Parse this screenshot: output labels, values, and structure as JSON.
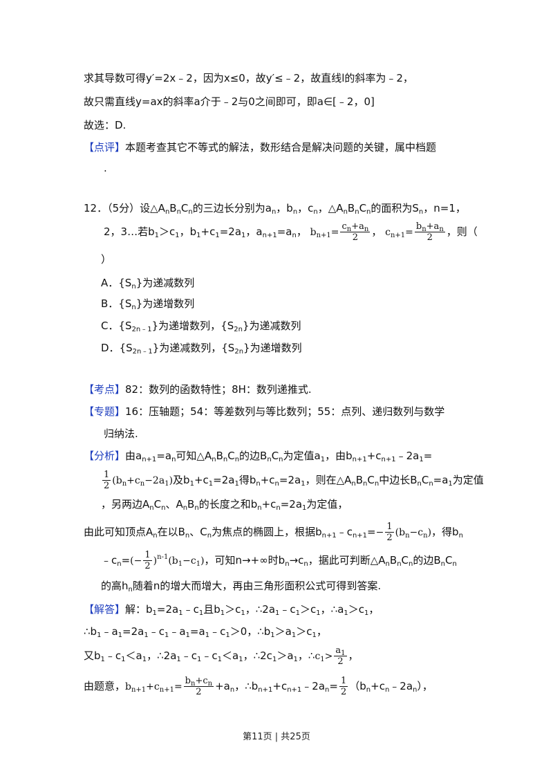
{
  "prev": {
    "line1": "求其导数可得y′=2x﹣2，因为x≤0，故y′≤﹣2，故直线l的斜率为﹣2，",
    "line2": "故只需直线y=ax的斜率a介于﹣2与0之间即可，即a∈[﹣2，0]",
    "line3": "故选：D.",
    "comment_tag": "【点评】",
    "comment_text": "本题考查其它不等式的解法，数形结合是解决问题的关键，属中档题",
    "comment_end": "."
  },
  "q12": {
    "head": "12．（5分）设△A",
    "tail": "，则（",
    "paren": "）",
    "options": {
      "A": "A．",
      "A_text": "为递减数列",
      "B": "B．",
      "B_text": "为递增数列",
      "C": "C．",
      "C_mid": "为递增数列，",
      "C_text": "为递减数列",
      "D": "D．",
      "D_mid": "为递减数列，",
      "D_text": "为递增数列"
    }
  },
  "kaodian": {
    "tag": "【考点】",
    "text": "82：数列的函数特性；8H：数列递推式."
  },
  "zhuanti": {
    "tag": "【专题】",
    "text": "16：压轴题；54：等差数列与等比数列；55：点列、递归数列与数学",
    "text2": "归纳法."
  },
  "fenxi": {
    "tag": "【分析】"
  },
  "jieda": {
    "tag": "【解答】"
  },
  "footer": "第11页 | 共25页"
}
